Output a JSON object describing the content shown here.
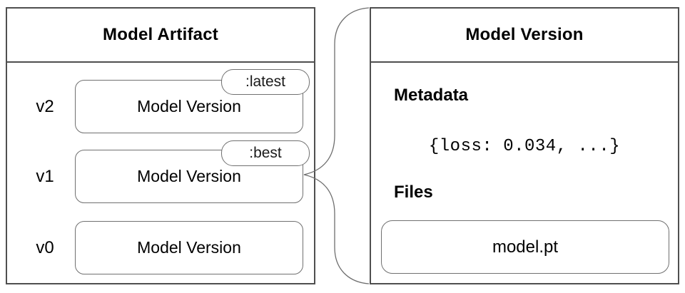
{
  "colors": {
    "background": "#ffffff",
    "panel_border": "#4f4f4f",
    "box_border": "#707070",
    "text": "#000000"
  },
  "left_panel": {
    "title": "Model Artifact",
    "rows": [
      {
        "version": "v2",
        "box_label": "Model Version",
        "tag": ":latest"
      },
      {
        "version": "v1",
        "box_label": "Model Version",
        "tag": ":best"
      },
      {
        "version": "v0",
        "box_label": "Model Version",
        "tag": ""
      }
    ]
  },
  "right_panel": {
    "title": "Model Version",
    "metadata_heading": "Metadata",
    "metadata_value": "{loss: 0.034, ...}",
    "files_heading": "Files",
    "file_name": "model.pt"
  }
}
